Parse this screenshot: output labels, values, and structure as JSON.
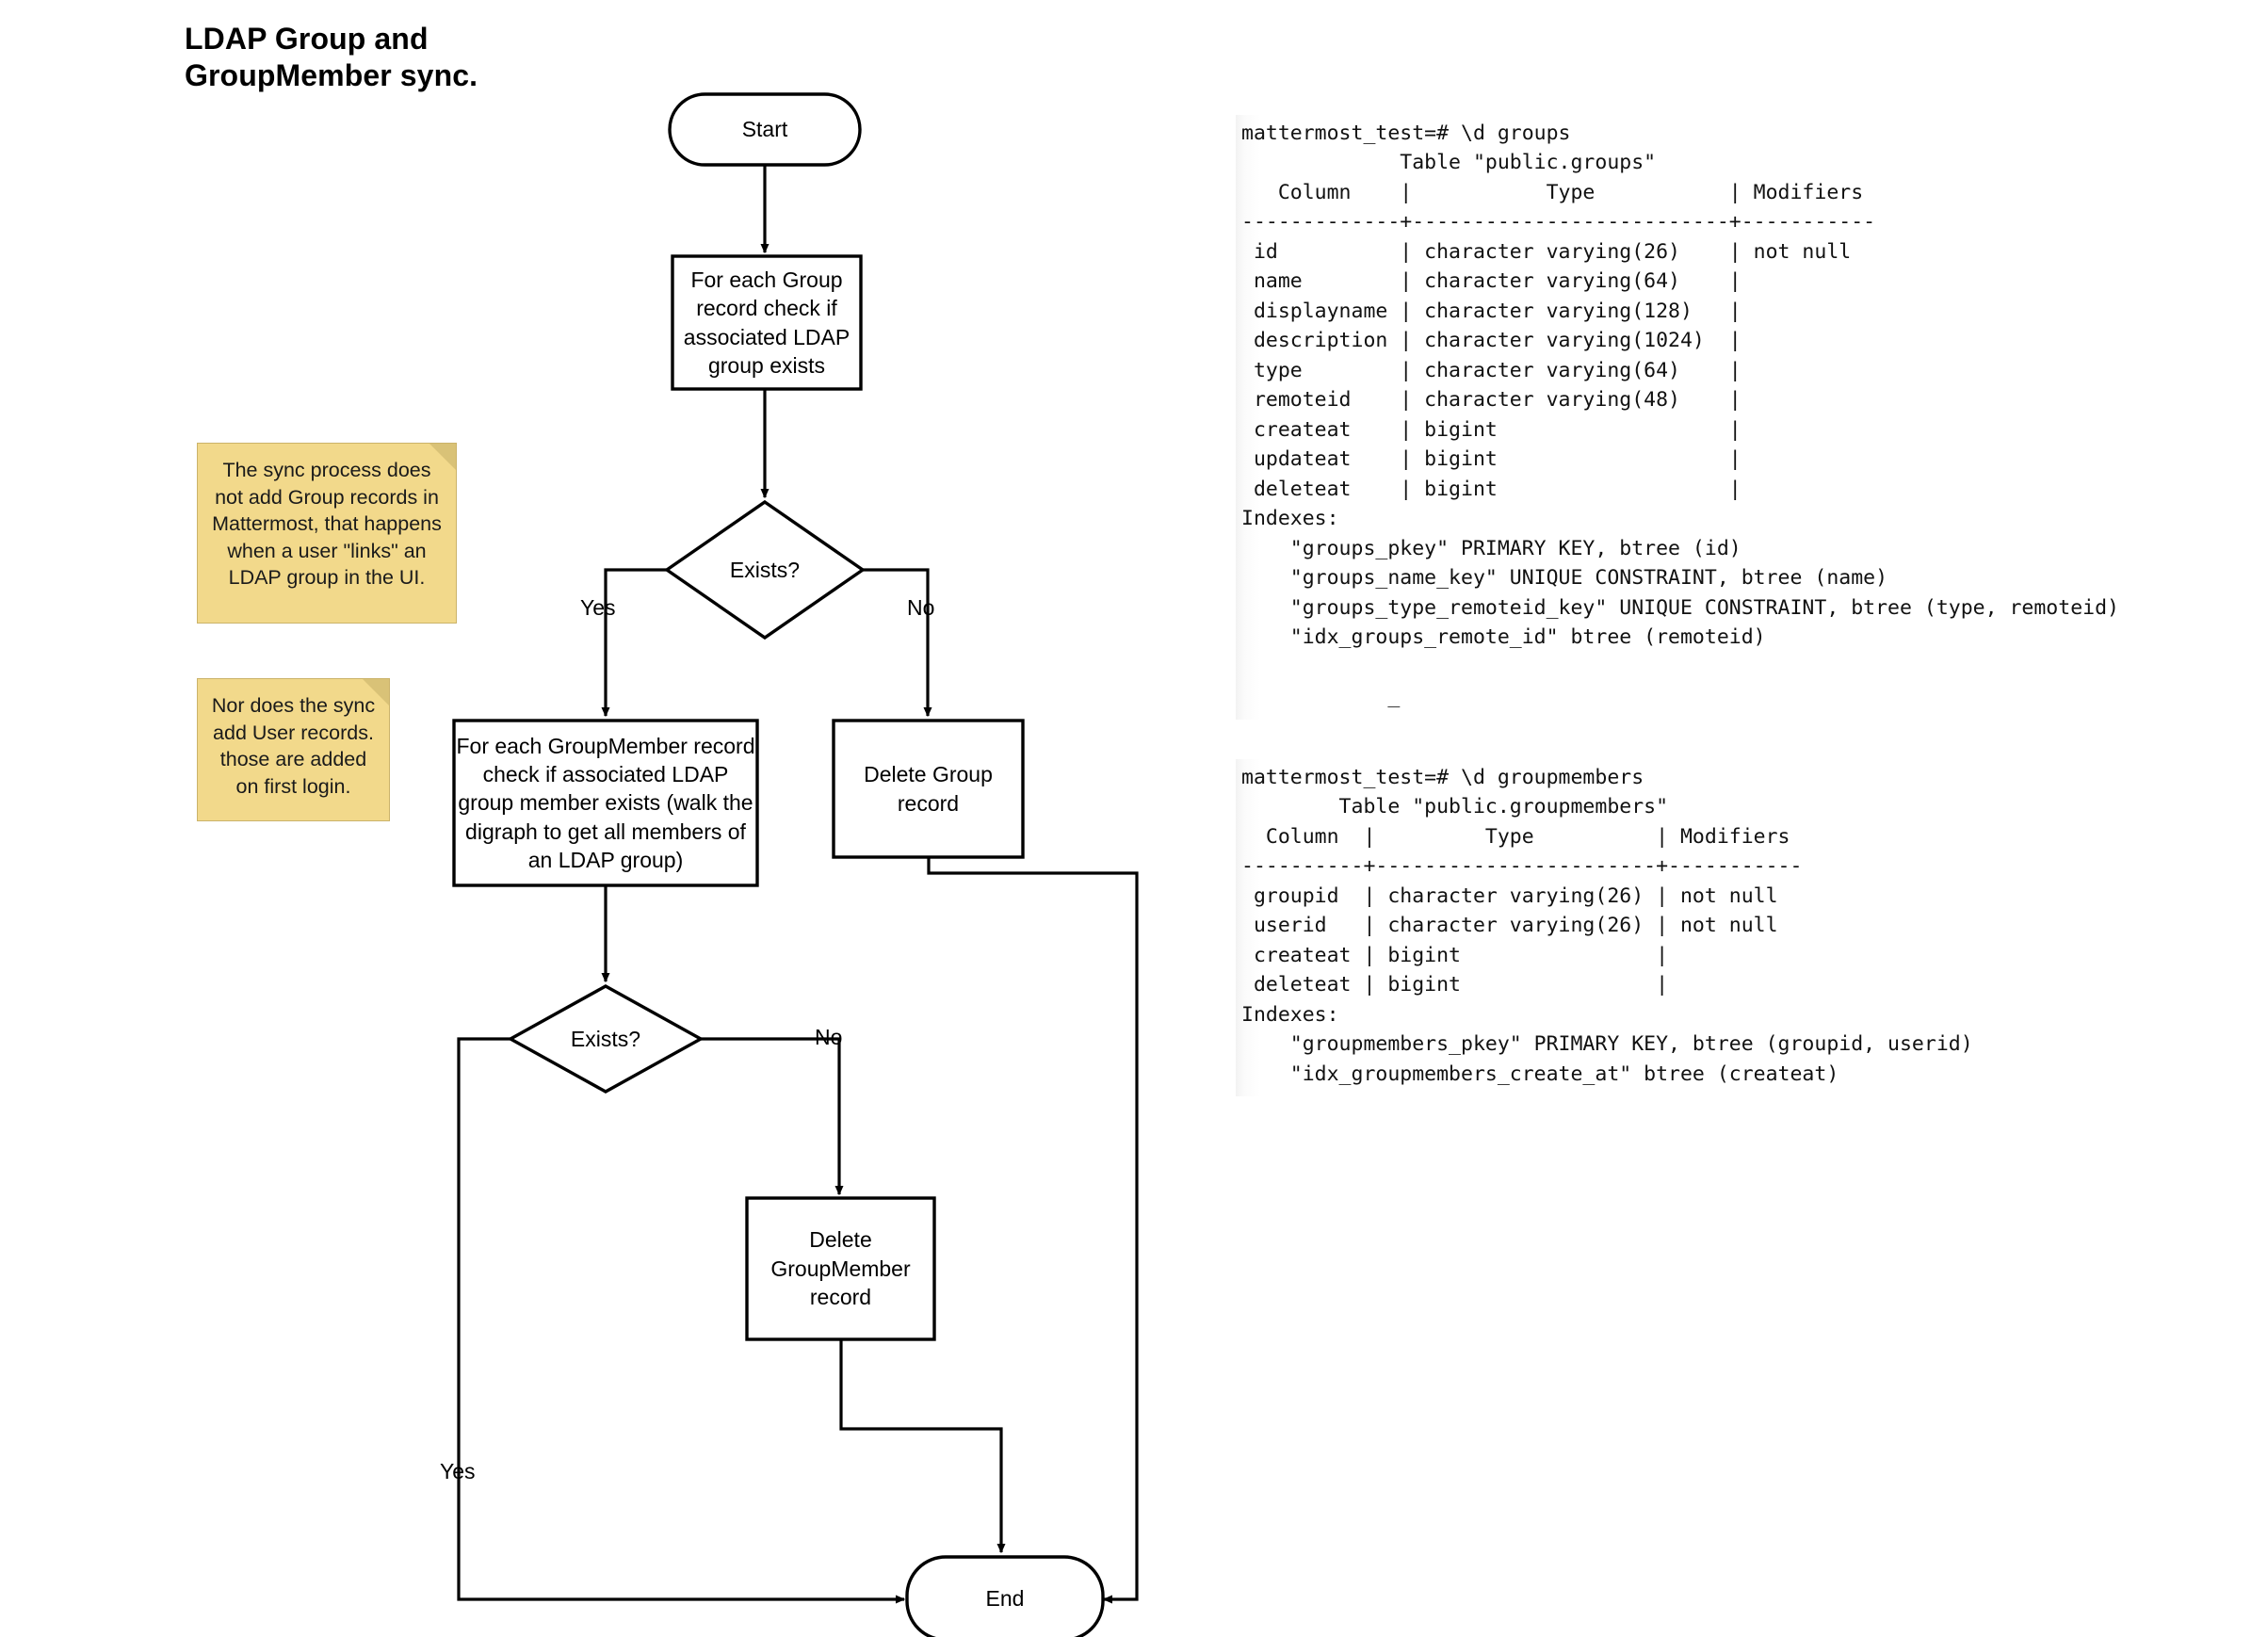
{
  "title": "LDAP Group and\nGroupMember sync.",
  "flowchart": {
    "nodes": {
      "start": {
        "label": "Start",
        "shape": "terminator"
      },
      "check_group": {
        "label": "For each Group\nrecord check if\nassociated LDAP\ngroup exists",
        "shape": "process"
      },
      "exists_group": {
        "label": "Exists?",
        "shape": "decision"
      },
      "check_member": {
        "label": "For each GroupMember record\ncheck if associated LDAP\ngroup member exists (walk the\ndigraph to get all members of\nan LDAP group)",
        "shape": "process"
      },
      "delete_group": {
        "label": "Delete Group\nrecord",
        "shape": "process"
      },
      "exists_member": {
        "label": "Exists?",
        "shape": "decision"
      },
      "delete_groupmember": {
        "label": "Delete\nGroupMember\nrecord",
        "shape": "process"
      },
      "end": {
        "label": "End",
        "shape": "terminator"
      }
    },
    "edge_labels": {
      "group_yes": "Yes",
      "group_no": "No",
      "member_no": "No",
      "member_yes": "Yes"
    }
  },
  "notes": [
    {
      "text": "The sync process does\nnot add Group records in\nMattermost, that happens\nwhen a user \"links\" an\nLDAP group in the UI."
    },
    {
      "text": "Nor does the sync\nadd User records.\nthose are added\non first login."
    }
  ],
  "terminals": [
    {
      "name": "groups-table",
      "text": "mattermost_test=# \\d groups\n             Table \"public.groups\"\n   Column    |           Type           | Modifiers\n-------------+--------------------------+-----------\n id          | character varying(26)    | not null\n name        | character varying(64)    |\n displayname | character varying(128)   |\n description | character varying(1024)  |\n type        | character varying(64)    |\n remoteid    | character varying(48)    |\n createat    | bigint                   |\n updateat    | bigint                   |\n deleteat    | bigint                   |\nIndexes:\n    \"groups_pkey\" PRIMARY KEY, btree (id)\n    \"groups_name_key\" UNIQUE CONSTRAINT, btree (name)\n    \"groups_type_remoteid_key\" UNIQUE CONSTRAINT, btree (type, remoteid)\n    \"idx_groups_remote_id\" btree (remoteid)\n\n            _"
    },
    {
      "name": "groupmembers-table",
      "text": "mattermost_test=# \\d groupmembers\n        Table \"public.groupmembers\"\n  Column  |         Type          | Modifiers\n----------+-----------------------+-----------\n groupid  | character varying(26) | not null\n userid   | character varying(26) | not null\n createat | bigint                |\n deleteat | bigint                |\nIndexes:\n    \"groupmembers_pkey\" PRIMARY KEY, btree (groupid, userid)\n    \"idx_groupmembers_create_at\" btree (createat)"
    }
  ],
  "colors": {
    "note_fill": "#f2d98b",
    "note_border": "#cbb36a",
    "note_fold": "#d9c277",
    "stroke": "#000000",
    "background": "#ffffff"
  }
}
